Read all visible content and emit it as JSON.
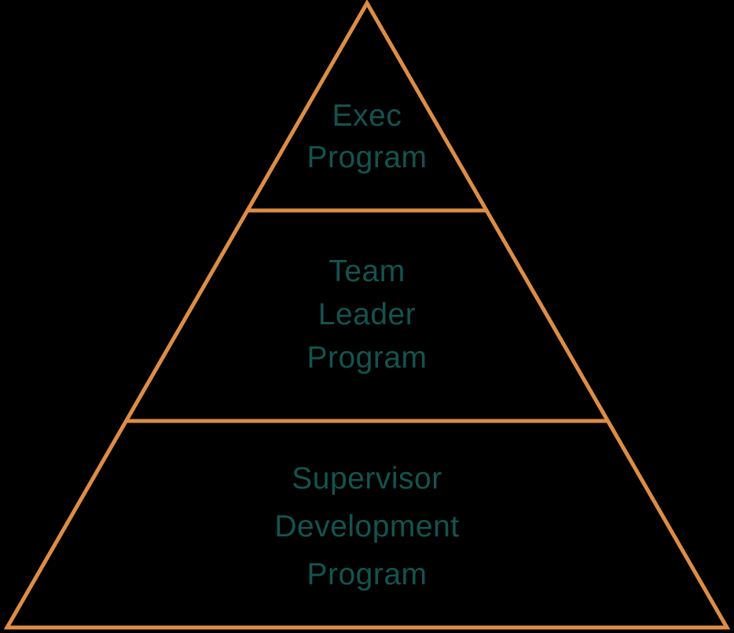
{
  "diagram": {
    "type": "pyramid",
    "background_color": "#000000",
    "outline_color": "#DD8D45",
    "text_color": "#14534F",
    "tiers": [
      {
        "label": "Exec Program",
        "lines": [
          "Exec",
          "Program"
        ]
      },
      {
        "label": "Team Leader Program",
        "lines": [
          "Team",
          "Leader",
          "Program"
        ]
      },
      {
        "label": "Supervisor Development Program",
        "lines": [
          "Supervisor",
          "Development",
          "Program"
        ]
      }
    ]
  }
}
